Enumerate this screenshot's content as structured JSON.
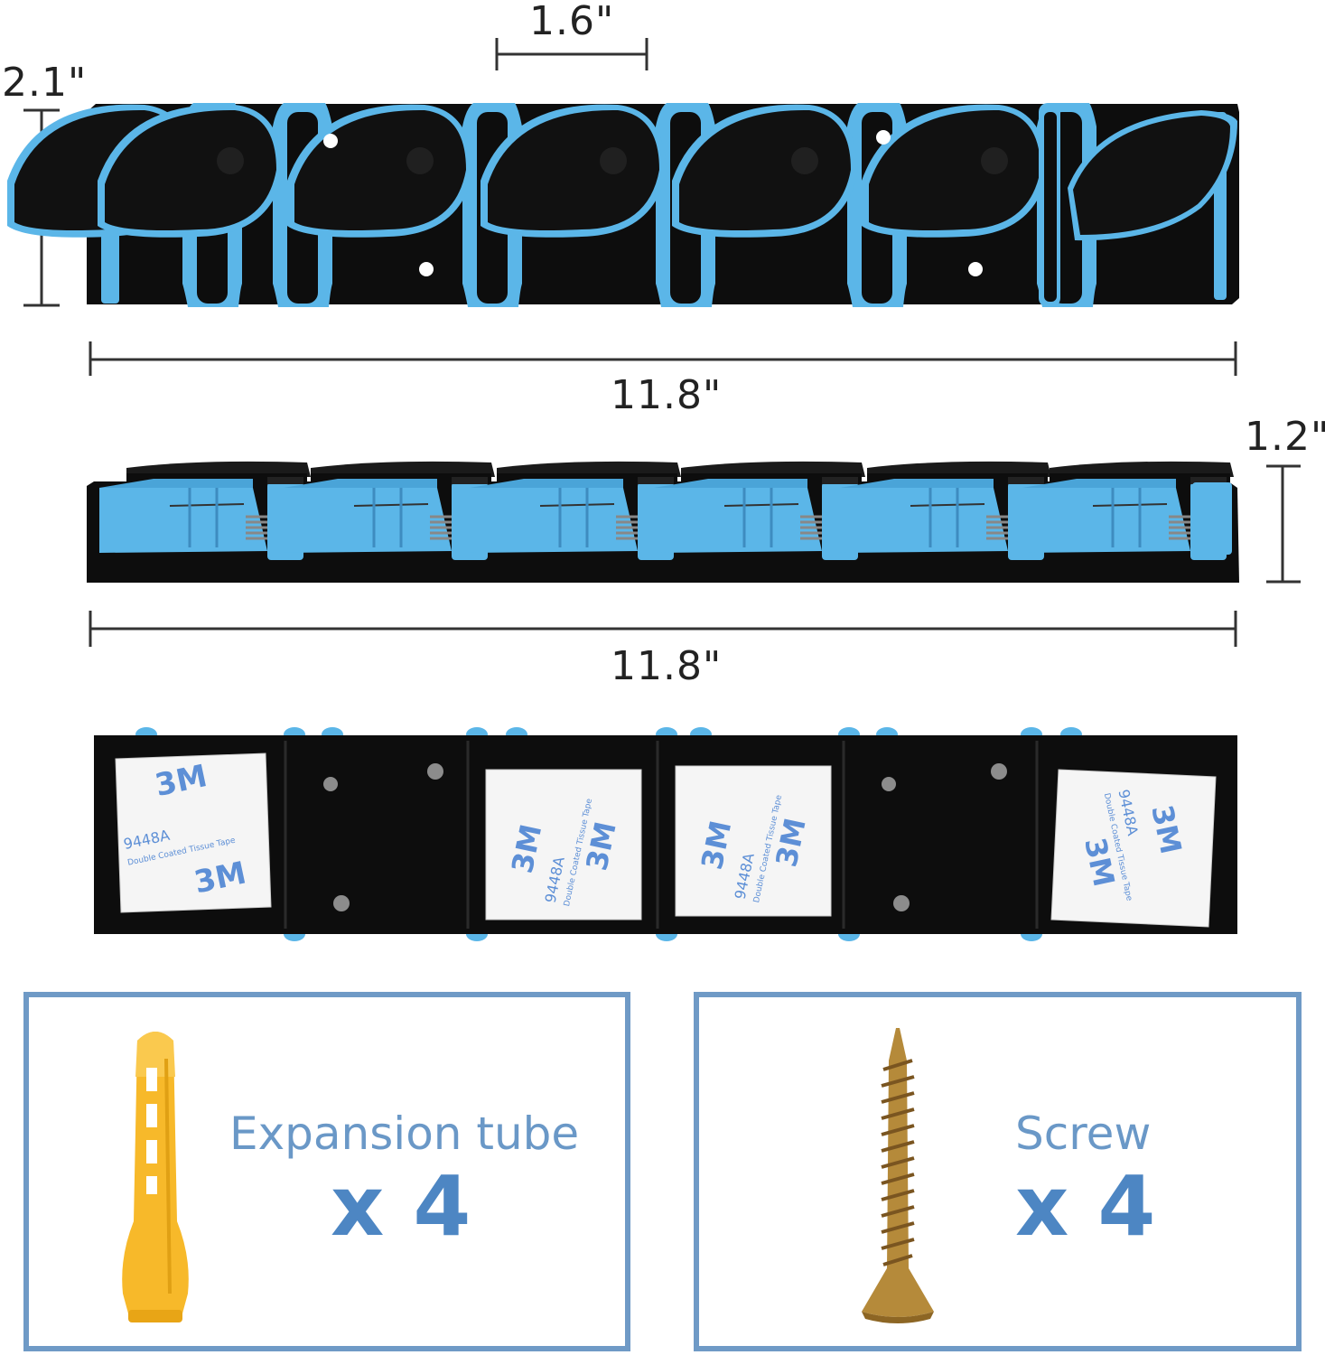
{
  "dimensions": {
    "clip_width": "1.6\"",
    "front_height": "2.1\"",
    "front_length": "11.8\"",
    "side_height": "1.2\"",
    "side_length": "11.8\""
  },
  "tape": {
    "brand": "3M",
    "model": "9448A",
    "description": "Double Coated Tissue Tape"
  },
  "accessories": [
    {
      "label": "Expansion tube",
      "quantity": "x 4"
    },
    {
      "label": "Screw",
      "quantity": "x 4"
    }
  ],
  "colors": {
    "clip_blue": "#5bb6e8",
    "rack_black": "#0d0d0d",
    "frame_blue": "#6f9ac6",
    "text_blue": "#6a98c7",
    "anchor_yellow": "#f7b92a",
    "screw_gold": "#b58a3a"
  }
}
